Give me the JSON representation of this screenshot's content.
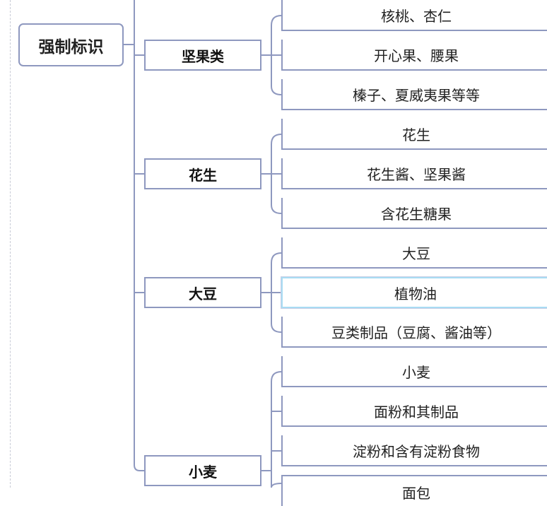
{
  "root": {
    "label": "强制标识"
  },
  "branches": [
    {
      "label": "坚果类",
      "leaves": [
        "核桃、杏仁",
        "开心果、腰果",
        "榛子、夏威夷果等等"
      ]
    },
    {
      "label": "花生",
      "leaves": [
        "花生",
        "花生酱、坚果酱",
        "含花生糖果"
      ]
    },
    {
      "label": "大豆",
      "leaves": [
        "大豆",
        "植物油",
        "豆类制品（豆腐、酱油等）"
      ]
    },
    {
      "label": "小麦",
      "leaves": [
        "小麦",
        "面粉和其制品",
        "淀粉和含有淀粉食物",
        "面包"
      ]
    }
  ],
  "selected_leaf": "植物油",
  "colors": {
    "connector": "#8e98bf",
    "selection": "#a9dcf3",
    "dashed_guide": "#c8cbd6"
  }
}
